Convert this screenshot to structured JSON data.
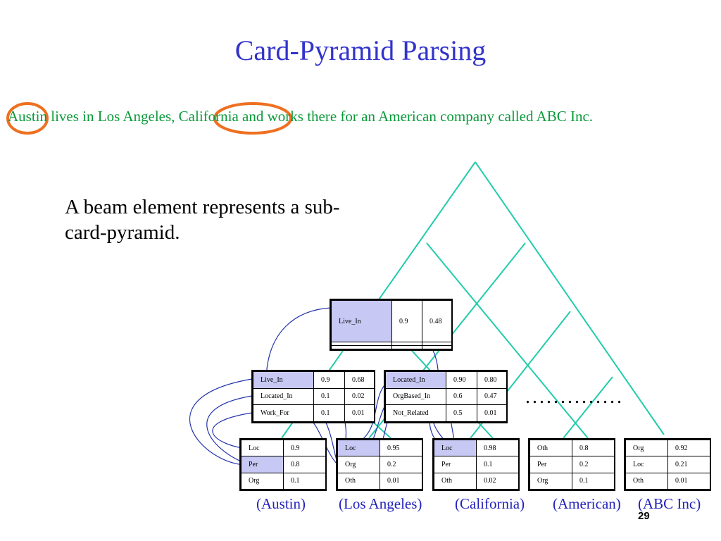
{
  "title": "Card-Pyramid Parsing",
  "sentence": "Austin lives in Los Angeles, California and works there for an American company called ABC Inc.",
  "description": "A beam element represents a sub-card-pyramid.",
  "page_number": "29",
  "ellipsis": "..............",
  "colors": {
    "title": "#3333cc",
    "sentence": "#0a9a3a",
    "pyramid": "#22ccaa",
    "circle": "#ee7020",
    "link": "#2233aa",
    "highlight": "#c8c8f4"
  },
  "tables": {
    "top": {
      "rows": [
        [
          "Live_In",
          "0.9",
          "0.48"
        ],
        [
          "",
          "",
          ""
        ],
        [
          "",
          "",
          ""
        ]
      ]
    },
    "mid_left": {
      "rows": [
        [
          "Live_In",
          "0.9",
          "0.68"
        ],
        [
          "Located_In",
          "0.1",
          "0.02"
        ],
        [
          "Work_For",
          "0.1",
          "0.01"
        ]
      ]
    },
    "mid_right": {
      "rows": [
        [
          "Located_In",
          "0.90",
          "0.80"
        ],
        [
          "OrgBased_In",
          "0.6",
          "0.47"
        ],
        [
          "Not_Related",
          "0.5",
          "0.01"
        ]
      ]
    },
    "austin": {
      "rows": [
        [
          "Loc",
          "0.9"
        ],
        [
          "Per",
          "0.8"
        ],
        [
          "Org",
          "0.1"
        ]
      ]
    },
    "los_angeles": {
      "rows": [
        [
          "Loc",
          "0.95"
        ],
        [
          "Org",
          "0.2"
        ],
        [
          "Oth",
          "0.01"
        ]
      ]
    },
    "california": {
      "rows": [
        [
          "Loc",
          "0.98"
        ],
        [
          "Per",
          "0.1"
        ],
        [
          "Oth",
          "0.02"
        ]
      ]
    },
    "american": {
      "rows": [
        [
          "Oth",
          "0.8"
        ],
        [
          "Per",
          "0.2"
        ],
        [
          "Org",
          "0.1"
        ]
      ]
    },
    "abc": {
      "rows": [
        [
          "Org",
          "0.92"
        ],
        [
          "Loc",
          "0.21"
        ],
        [
          "Oth",
          "0.01"
        ]
      ]
    }
  },
  "captions": {
    "austin": "(Austin)",
    "los_angeles": "(Los Angeles)",
    "california": "(California)",
    "american": "(American)",
    "abc": "(ABC Inc)"
  }
}
